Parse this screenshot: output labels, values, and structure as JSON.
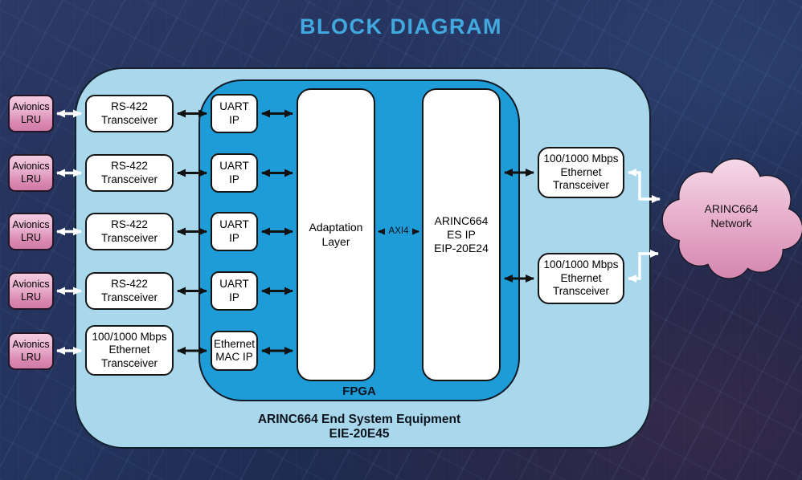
{
  "title": "BLOCK DIAGRAM",
  "colors": {
    "title_blue": "#41a9e0",
    "container_blue": "#a9d8ec",
    "fpga_blue": "#1e9cd7",
    "lru_pink": "#df9dc0",
    "cloud_pink": "#e0a0c0",
    "arrow_black": "#111111",
    "arrow_white": "#ffffff",
    "background_navy": "#1e2a52"
  },
  "labels": {
    "fpga": "FPGA",
    "axi4": "AXI4",
    "equipment_line1": "ARINC664 End System Equipment",
    "equipment_line2": "EIE-20E45"
  },
  "nodes": {
    "lru": [
      {
        "label": "Avionics\nLRU"
      },
      {
        "label": "Avionics\nLRU"
      },
      {
        "label": "Avionics\nLRU"
      },
      {
        "label": "Avionics\nLRU"
      },
      {
        "label": "Avionics\nLRU"
      }
    ],
    "left_transceivers": [
      {
        "label": "RS-422\nTransceiver"
      },
      {
        "label": "RS-422\nTransceiver"
      },
      {
        "label": "RS-422\nTransceiver"
      },
      {
        "label": "RS-422\nTransceiver"
      },
      {
        "label": "100/1000 Mbps\nEthernet\nTransceiver"
      }
    ],
    "ip_blocks": [
      {
        "label": "UART\nIP"
      },
      {
        "label": "UART\nIP"
      },
      {
        "label": "UART\nIP"
      },
      {
        "label": "UART\nIP"
      },
      {
        "label": "Ethernet\nMAC IP"
      }
    ],
    "adaptation": {
      "label": "Adaptation\nLayer"
    },
    "es_ip": {
      "label": "ARINC664\nES IP\nEIP-20E24"
    },
    "right_transceivers": [
      {
        "label": "100/1000 Mbps\nEthernet\nTransceiver"
      },
      {
        "label": "100/1000 Mbps\nEthernet\nTransceiver"
      }
    ],
    "cloud": {
      "label": "ARINC664\nNetwork"
    }
  }
}
